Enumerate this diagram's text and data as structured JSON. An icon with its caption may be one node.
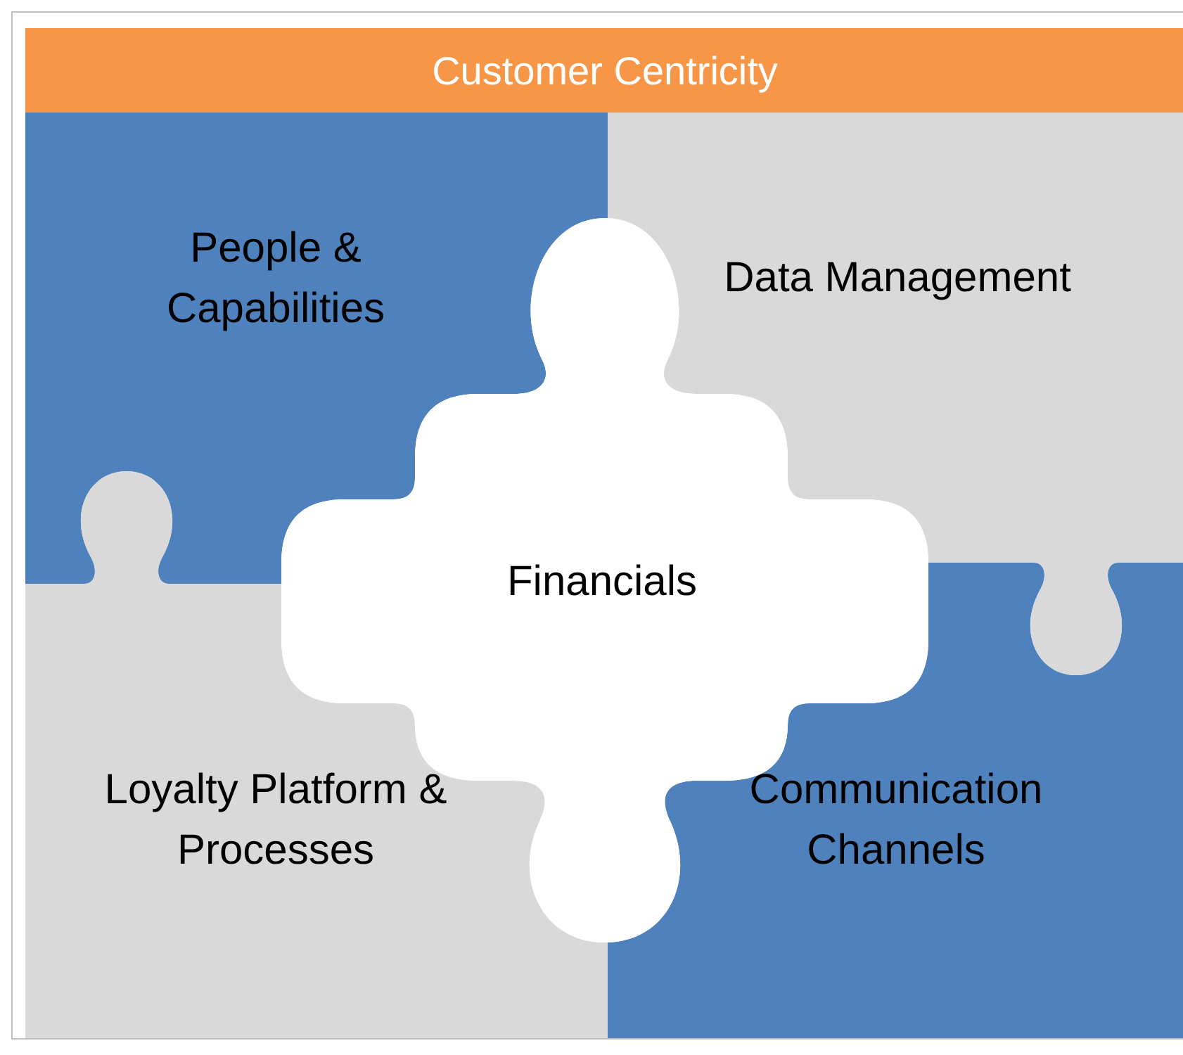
{
  "diagram": {
    "nodes": [
      {
        "text": [
          "Customer Centricity"
        ]
      },
      {
        "text": [
          "People & Capabilities"
        ]
      },
      {
        "text": [
          "Data Management"
        ]
      },
      {
        "text": [
          "Financials"
        ]
      },
      {
        "text": [
          "Loyalty Platform & Processes"
        ]
      },
      {
        "text": [
          "Communication Channels"
        ]
      }
    ],
    "edges": []
  }
}
